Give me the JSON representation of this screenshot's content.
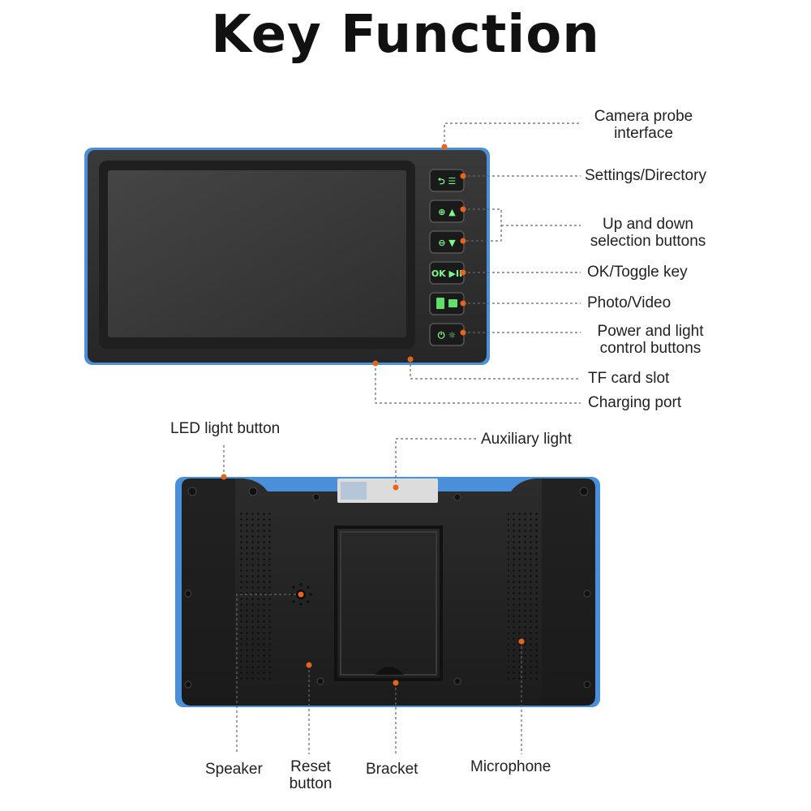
{
  "title": "Key Function",
  "front_labels": {
    "camera_probe_line1": "Camera probe",
    "camera_probe_line2": "interface",
    "settings": "Settings/Directory",
    "updown_line1": "Up and down",
    "updown_line2": "selection buttons",
    "ok_toggle": "OK/Toggle key",
    "photo_video": "Photo/Video",
    "power_line1": "Power and light",
    "power_line2": "control buttons",
    "tf_card": "TF card slot",
    "charging": "Charging port"
  },
  "back_labels": {
    "led_button": "LED light button",
    "aux_light": "Auxiliary light",
    "speaker": "Speaker",
    "reset_line1": "Reset",
    "reset_line2": "button",
    "bracket": "Bracket",
    "microphone": "Microphone"
  },
  "button_glyphs": {
    "settings": "⮌ ☰",
    "zoom_up": "⊕ ▲",
    "zoom_down": "⊖ ▼",
    "ok": "OK ▶II",
    "photo_video": "▣ ■",
    "power": "⏻ ☼"
  },
  "colors": {
    "device_body": "#2b2b2b",
    "device_edge": "#4a90d9",
    "screen": "#3a3a3a",
    "callout_dot": "#e8641a",
    "button_icon": "#7CFC8A"
  }
}
